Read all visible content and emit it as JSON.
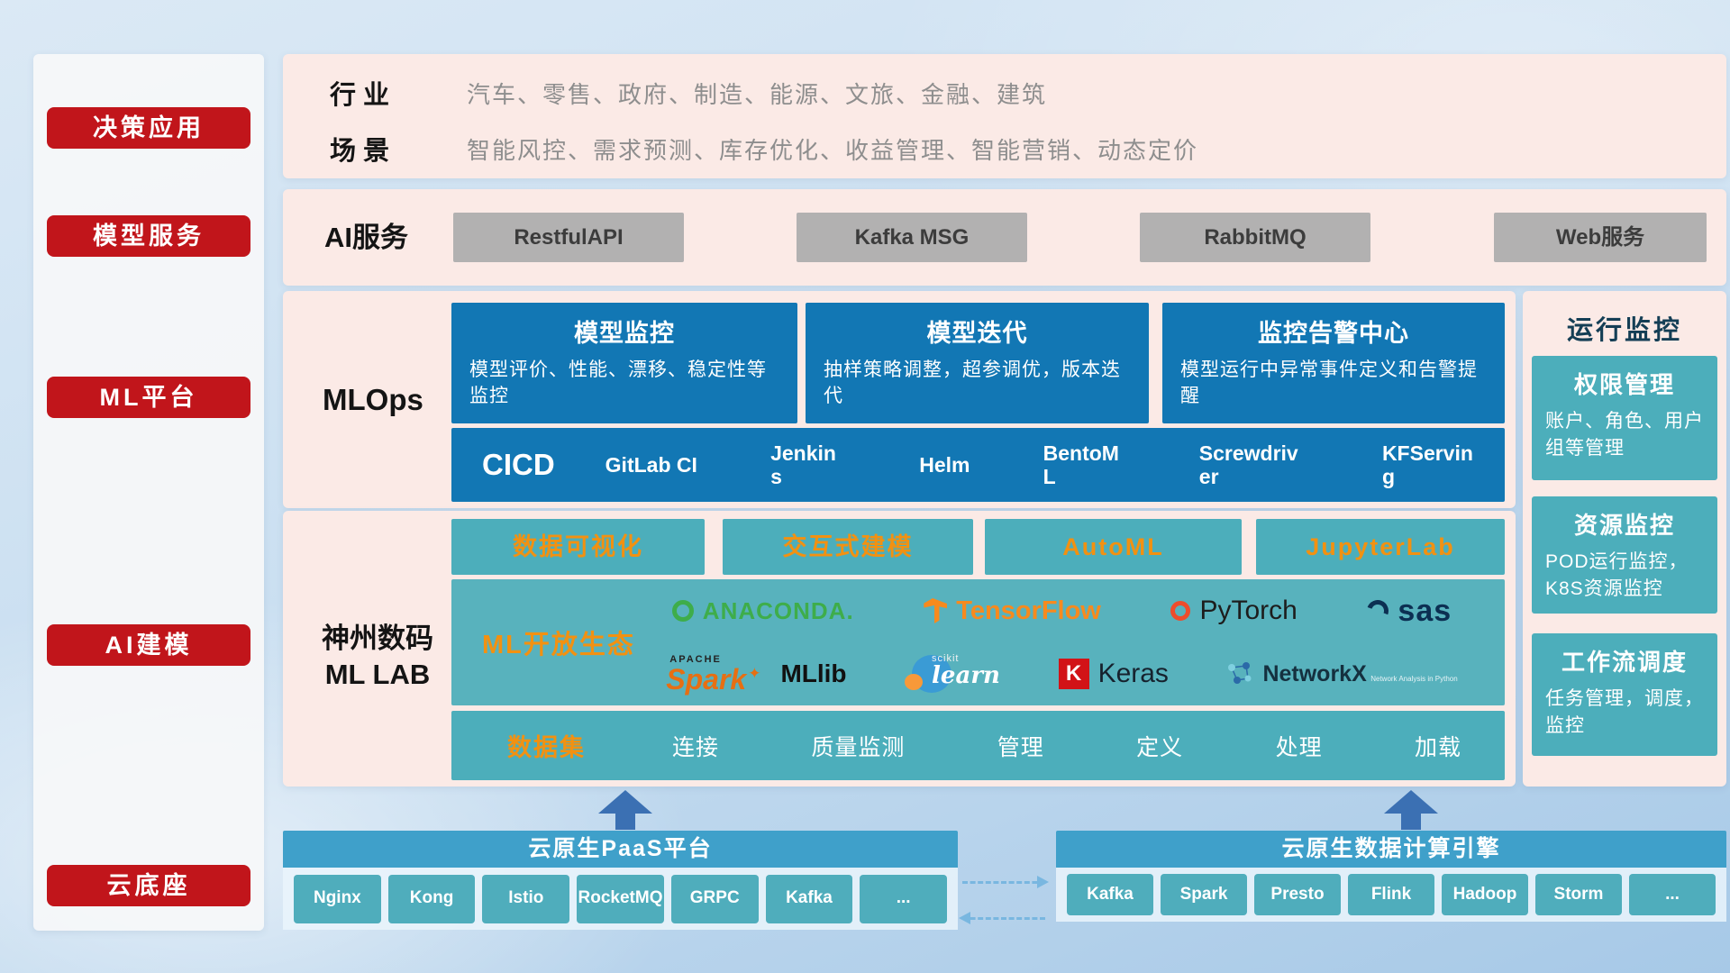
{
  "sidebar": {
    "items": [
      "决策应用",
      "模型服务",
      "ML平台",
      "AI建模",
      "云底座"
    ]
  },
  "industry": {
    "row1_label": "行业",
    "row1_text": "汽车、零售、政府、制造、能源、文旅、金融、建筑",
    "row2_label": "场景",
    "row2_text": "智能风控、需求预测、库存优化、收益管理、智能营销、动态定价"
  },
  "ai_service": {
    "label": "AI服务",
    "services": [
      "RestfulAPI",
      "Kafka MSG",
      "RabbitMQ",
      "Web服务"
    ]
  },
  "mlops": {
    "label": "MLOps",
    "cards": [
      {
        "title": "模型监控",
        "desc": "模型评价、性能、漂移、稳定性等监控"
      },
      {
        "title": "模型迭代",
        "desc": "抽样策略调整，超参调优，版本迭代"
      },
      {
        "title": "监控告警中心",
        "desc": "模型运行中异常事件定义和告警提醒"
      }
    ],
    "cicd_label": "CICD",
    "cicd_tools": [
      "GitLab CI",
      "Jenkins",
      "Helm",
      "BentoML",
      "Screwdriver",
      "KFServing"
    ]
  },
  "mllab": {
    "label_line1": "神州数码",
    "label_line2": "ML LAB",
    "top_buttons": [
      "数据可视化",
      "交互式建模",
      "AutoML",
      "JupyterLab"
    ],
    "ecosystem_label": "ML开放生态",
    "logos": {
      "anaconda": "ANACONDA.",
      "tensorflow": "TensorFlow",
      "pytorch": "PyTorch",
      "sas": "sas",
      "apache": "APACHE",
      "spark": "Spark",
      "mllib": "MLlib",
      "scikit": "scikit",
      "learn": "learn",
      "keras_k": "K",
      "keras": "Keras",
      "networkx": "NetworkX",
      "networkx_sub": "Network Analysis in Python"
    },
    "dataset_label": "数据集",
    "dataset_items": [
      "连接",
      "质量监测",
      "管理",
      "定义",
      "处理",
      "加载"
    ]
  },
  "monitor": {
    "title": "运行监控",
    "cards": [
      {
        "title": "权限管理",
        "desc": "账户、角色、用户组等管理"
      },
      {
        "title": "资源监控",
        "desc": "POD运行监控，K8S资源监控"
      },
      {
        "title": "工作流调度",
        "desc": "任务管理，调度，监控"
      }
    ]
  },
  "bottom": {
    "paas_title": "云原生PaaS平台",
    "paas_items": [
      "Nginx",
      "Kong",
      "Istio",
      "RocketMQ",
      "GRPC",
      "Kafka",
      "..."
    ],
    "engine_title": "云原生数据计算引擎",
    "engine_items": [
      "Kafka",
      "Spark",
      "Presto",
      "Flink",
      "Hadoop",
      "Storm",
      "..."
    ]
  },
  "icons": {
    "spark_star": "✦"
  },
  "colors": {
    "accent_red": "#c1151b",
    "panel_pink": "#fbeae6",
    "card_blue": "#1277b4",
    "teal": "#4caebb",
    "orange": "#f29111",
    "bar_blue": "#3fa0ca",
    "arrow_blue": "#3b70b3"
  }
}
